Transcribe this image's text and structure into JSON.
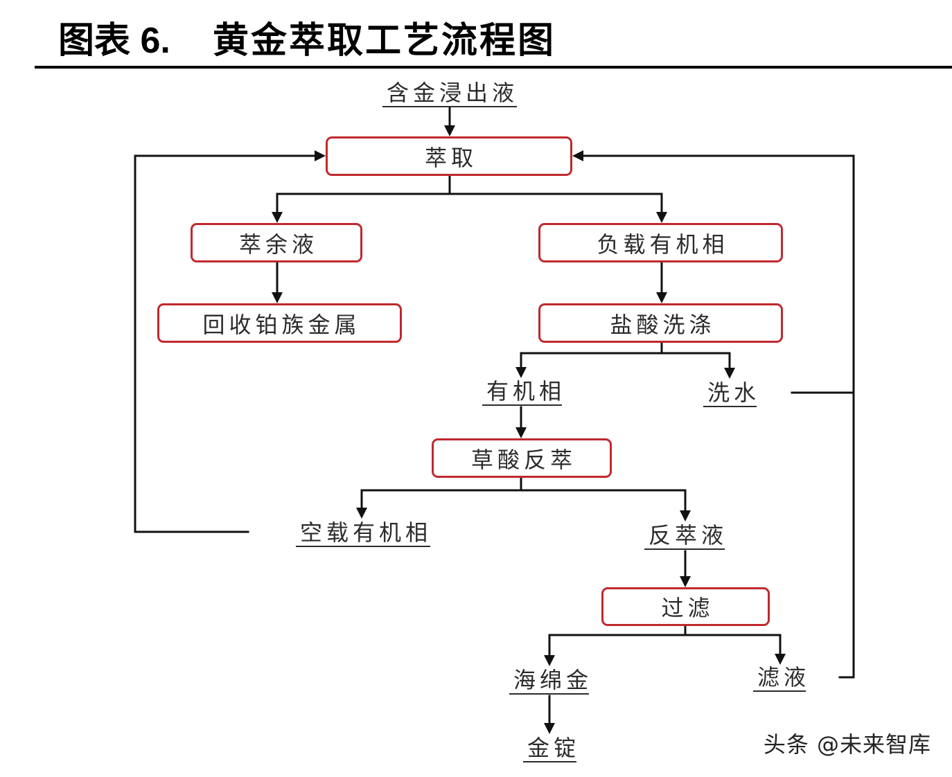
{
  "header": {
    "figure_label": "图表 6.",
    "title": "黄金萃取工艺流程图"
  },
  "nodes": {
    "gold_leach_solution": "含金浸出液",
    "extraction": "萃取",
    "raffinate": "萃余液",
    "loaded_organic_phase": "负载有机相",
    "pgm_recovery": "回收铂族金属",
    "hcl_washing": "盐酸洗涤",
    "organic_phase": "有机相",
    "wash_water": "洗水",
    "oxalic_acid_stripping": "草酸反萃",
    "barren_organic_phase": "空载有机相",
    "strip_liquor": "反萃液",
    "filtration": "过滤",
    "sponge_gold": "海绵金",
    "filtrate": "滤液",
    "gold_ingot": "金锭"
  },
  "watermark": "头条 @未来智库",
  "colors": {
    "box_border": "#c0282e",
    "connector": "#111111",
    "text": "#2b2b2b",
    "title": "#000000"
  }
}
